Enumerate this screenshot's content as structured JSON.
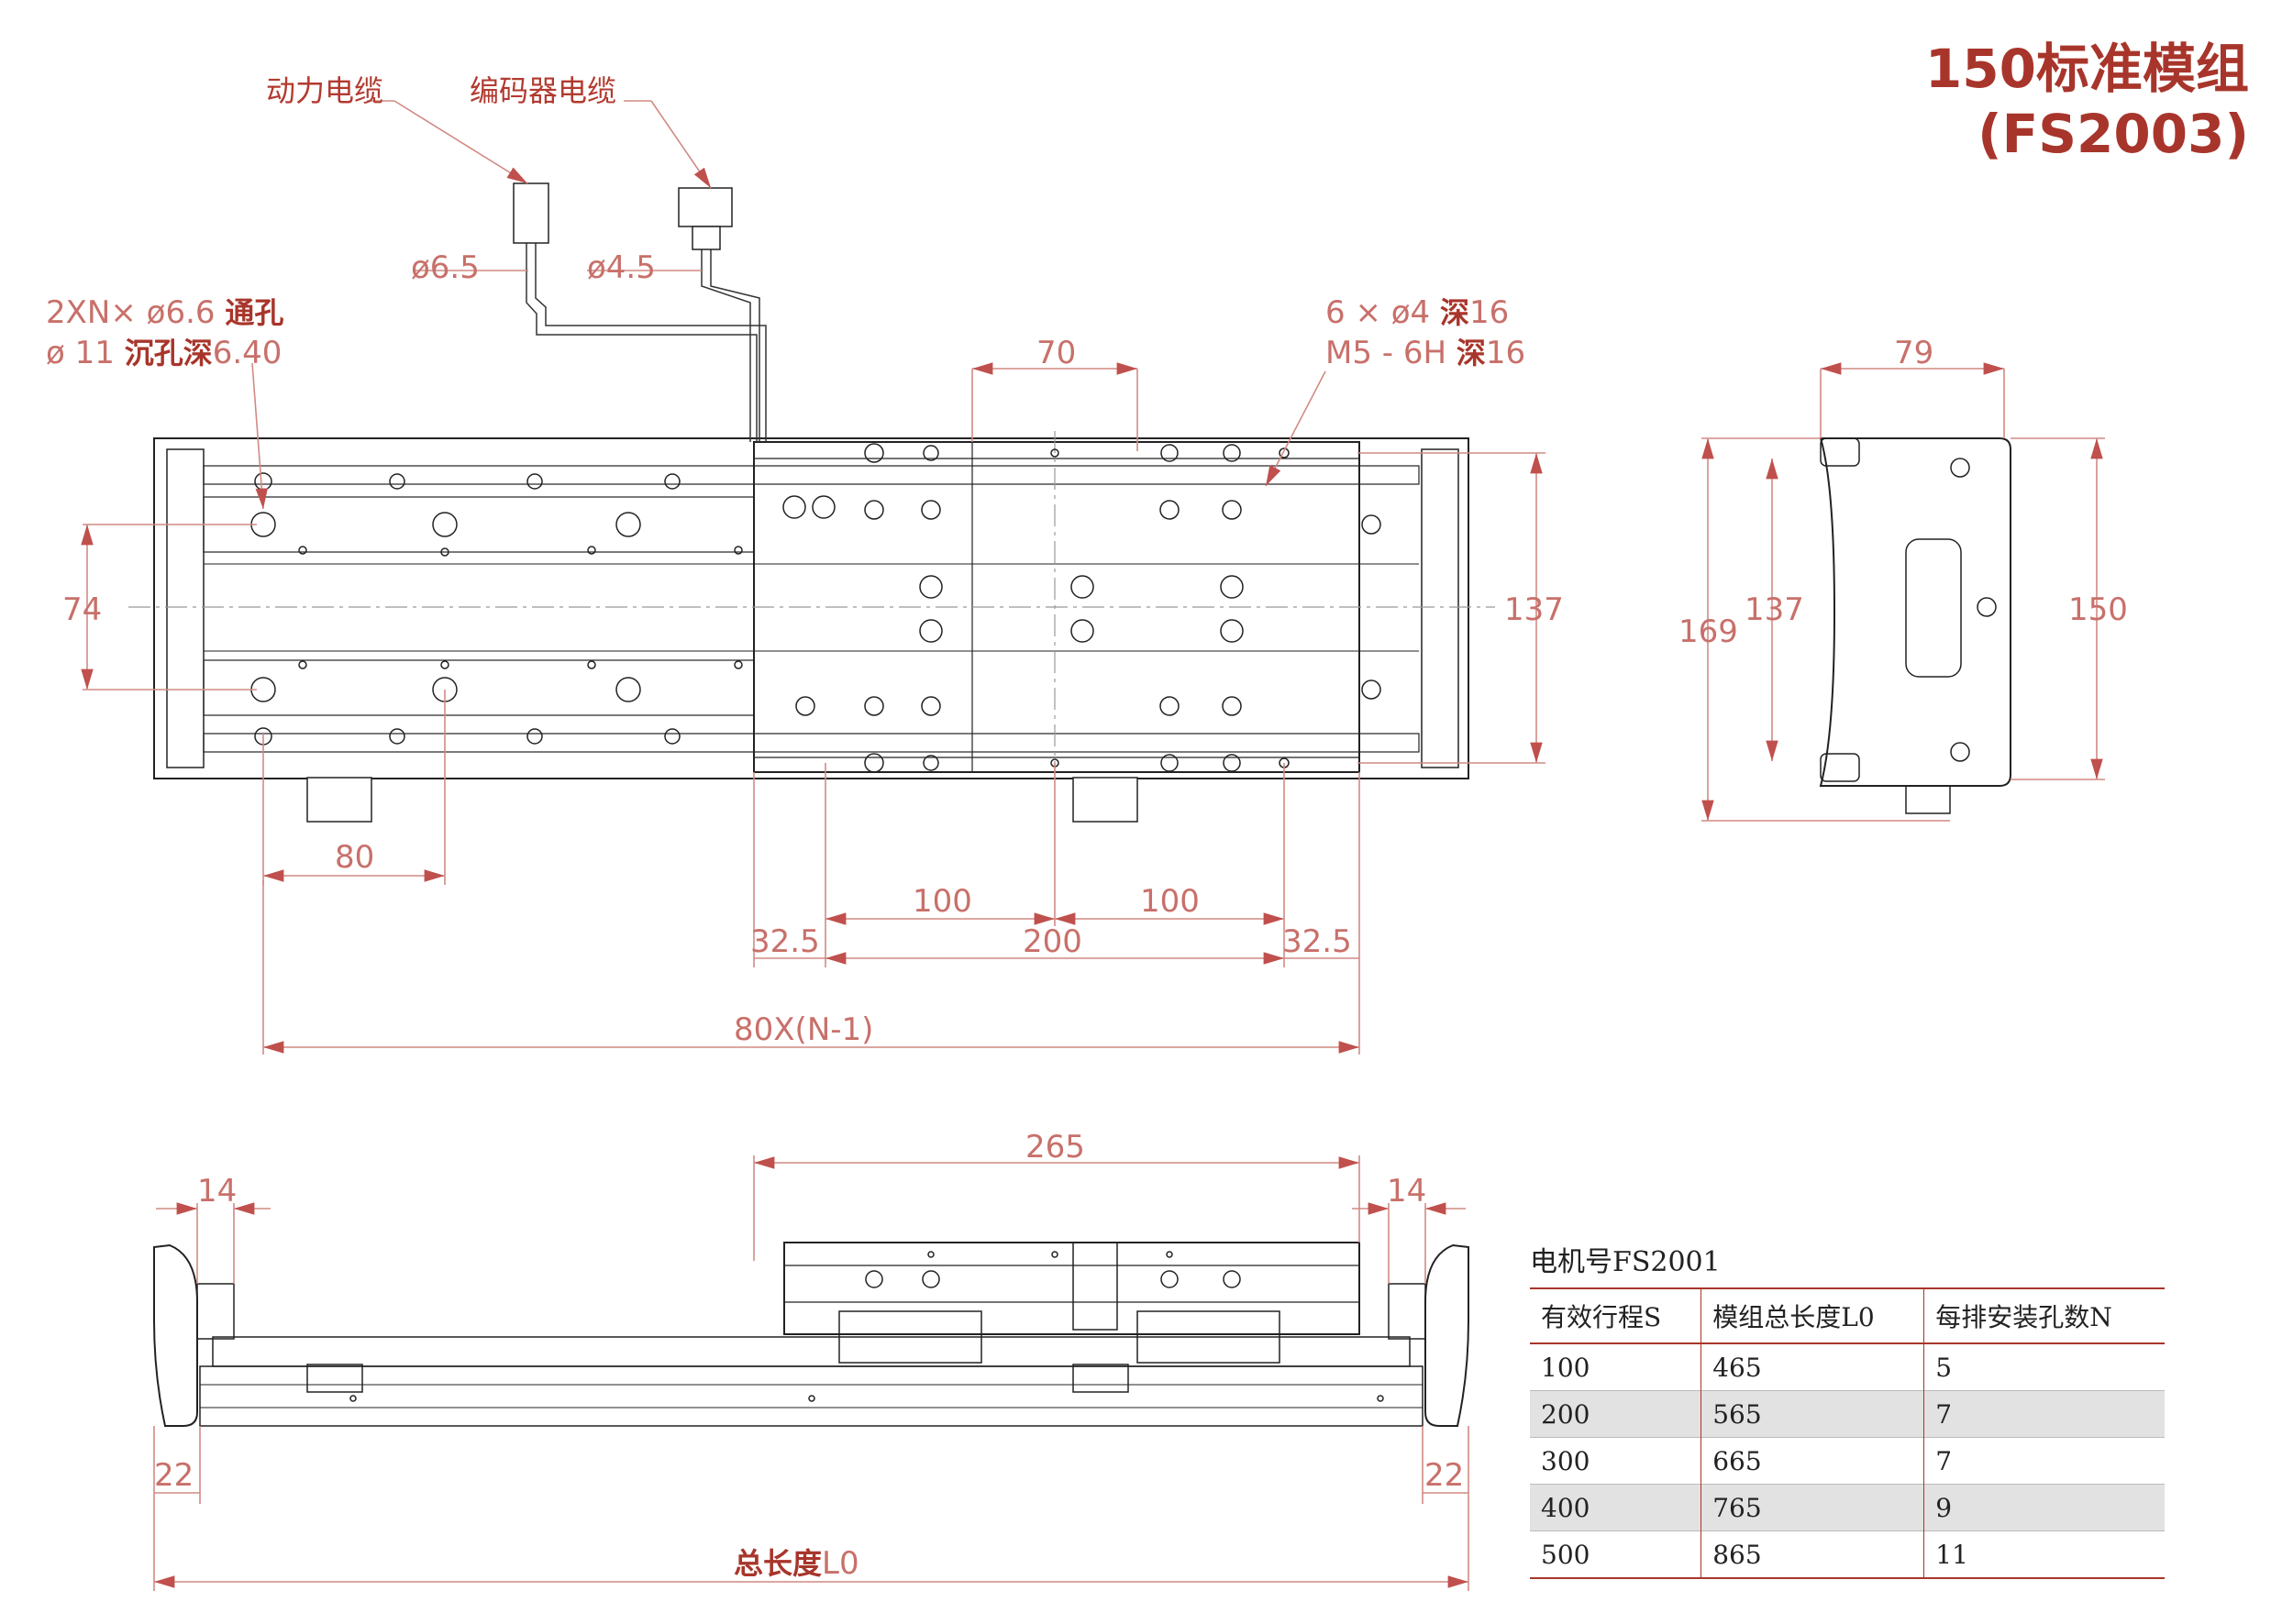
{
  "title": "150标准模组(FS2003)",
  "cables": {
    "power": "动力电缆",
    "encoder": "编码器电缆"
  },
  "callouts": {
    "hole_spec_line1_prefix": "2XN× ø6.6",
    "hole_spec_line1_cjk": "通孔",
    "hole_spec_line2_prefix": "ø 11",
    "hole_spec_line2_cjk": "沉孔深",
    "hole_spec_line2_suffix": "6.40",
    "slide_holes_line1_prefix": "6 × ø4",
    "slide_holes_line1_cjk": "深",
    "slide_holes_line1_suffix": "16",
    "slide_holes_line2_prefix": "M5 - 6H",
    "slide_holes_line2_cjk": "深",
    "slide_holes_line2_suffix": "16",
    "total_length_cjk": "总长度",
    "total_length_suffix": "L0"
  },
  "dimensions": {
    "cable_dia_power": "ø6.5",
    "cable_dia_encoder": "ø4.5",
    "top_70": "70",
    "height_74": "74",
    "height_137": "137",
    "pitch_80": "80",
    "hole_100_left": "100",
    "hole_100_right": "100",
    "edge_32_5_left": "32.5",
    "span_200": "200",
    "edge_32_5_right": "32.5",
    "pitch_formula": "80X(N-1)",
    "end_79": "79",
    "end_169": "169",
    "end_137": "137",
    "end_150": "150",
    "slide_265": "265",
    "side_14_left": "14",
    "side_14_right": "14",
    "side_22_left": "22",
    "side_22_right": "22"
  },
  "spec_table": {
    "motor_label": "电机号FS2001",
    "headers": [
      "有效行程S",
      "模组总长度L0",
      "每排安装孔数N"
    ],
    "rows": [
      [
        "100",
        "465",
        "5"
      ],
      [
        "200",
        "565",
        "7"
      ],
      [
        "300",
        "665",
        "7"
      ],
      [
        "400",
        "765",
        "9"
      ],
      [
        "500",
        "865",
        "11"
      ]
    ]
  },
  "colors": {
    "title": "#a8352b",
    "dimension": "#c8706a",
    "outline": "#222222",
    "table_rule": "#a8352b",
    "row_shade": "#e2e2e2"
  }
}
